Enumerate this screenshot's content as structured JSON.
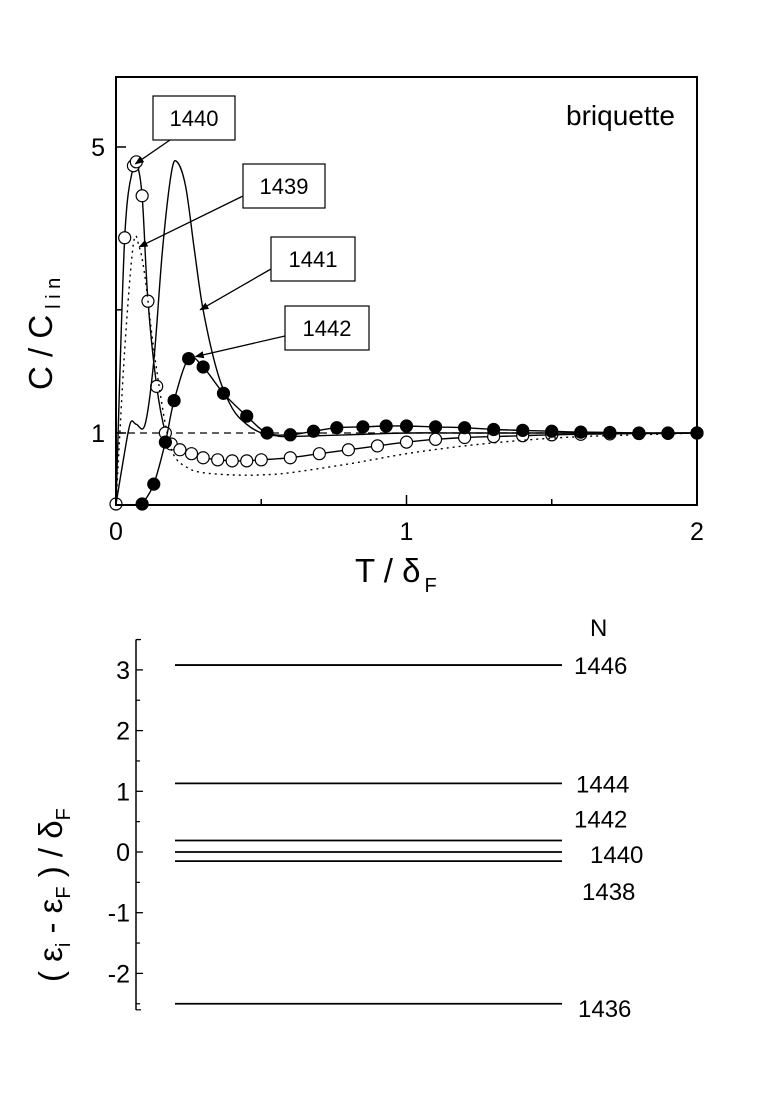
{
  "chart_data": [
    {
      "type": "line",
      "panel": "top",
      "title": "briquette",
      "xlabel": "T / δ_F",
      "ylabel": "C / C_lin",
      "xlim": [
        0,
        2
      ],
      "ylim": [
        0.67,
        7.0
      ],
      "yscale": "log",
      "x_ticks": [
        0,
        1,
        2
      ],
      "x_minor_ticks": [
        0.5,
        1.5
      ],
      "y_ticks": [
        1,
        5
      ],
      "y_minor_ticks": [
        2
      ],
      "reference_line": {
        "y": 1,
        "style": "dashed"
      },
      "series": [
        {
          "name": "1440",
          "style": "solid+open-circles",
          "x": [
            0.0,
            0.03,
            0.06,
            0.07,
            0.09,
            0.11,
            0.14,
            0.17,
            0.19,
            0.22,
            0.26,
            0.3,
            0.35,
            0.4,
            0.45,
            0.5,
            0.6,
            0.7,
            0.8,
            0.9,
            1.0,
            1.1,
            1.2,
            1.3,
            1.4,
            1.5,
            1.6,
            1.7,
            1.8,
            1.9,
            2.0
          ],
          "y": [
            0.67,
            3.0,
            4.5,
            4.6,
            3.8,
            2.1,
            1.3,
            1.0,
            0.94,
            0.91,
            0.89,
            0.87,
            0.86,
            0.855,
            0.855,
            0.86,
            0.87,
            0.89,
            0.91,
            0.93,
            0.95,
            0.965,
            0.975,
            0.98,
            0.985,
            0.99,
            0.993,
            0.995,
            0.997,
            0.998,
            1.0
          ]
        },
        {
          "name": "1439",
          "style": "dotted",
          "x": [
            0.0,
            0.03,
            0.06,
            0.08,
            0.1,
            0.13,
            0.17,
            0.2,
            0.25,
            0.3,
            0.4,
            0.5,
            0.6,
            0.8,
            1.0,
            1.2,
            1.4,
            1.6,
            1.8,
            2.0
          ],
          "y": [
            0.67,
            1.6,
            2.9,
            2.85,
            2.4,
            1.6,
            1.05,
            0.88,
            0.82,
            0.8,
            0.79,
            0.79,
            0.8,
            0.84,
            0.89,
            0.93,
            0.96,
            0.98,
            0.99,
            1.0
          ]
        },
        {
          "name": "1441",
          "style": "solid",
          "x": [
            0.0,
            0.03,
            0.05,
            0.07,
            0.1,
            0.13,
            0.16,
            0.19,
            0.21,
            0.24,
            0.27,
            0.3,
            0.35,
            0.4,
            0.45,
            0.5,
            0.55,
            0.6,
            0.8,
            1.0,
            1.2,
            1.5,
            2.0
          ],
          "y": [
            0.67,
            0.9,
            1.06,
            1.05,
            1.05,
            1.5,
            2.8,
            4.3,
            4.6,
            4.0,
            2.8,
            2.0,
            1.4,
            1.15,
            1.05,
            1.0,
            0.985,
            0.98,
            0.99,
            1.0,
            1.0,
            1.0,
            1.0
          ]
        },
        {
          "name": "1442",
          "style": "solid+filled-circles",
          "x": [
            0.09,
            0.13,
            0.17,
            0.2,
            0.25,
            0.3,
            0.37,
            0.45,
            0.52,
            0.6,
            0.68,
            0.76,
            0.85,
            0.93,
            1.0,
            1.1,
            1.2,
            1.3,
            1.4,
            1.5,
            1.6,
            1.7,
            1.8,
            1.9,
            2.0
          ],
          "y": [
            0.67,
            0.75,
            0.95,
            1.2,
            1.52,
            1.45,
            1.25,
            1.1,
            1.0,
            0.99,
            1.01,
            1.03,
            1.035,
            1.04,
            1.04,
            1.035,
            1.03,
            1.02,
            1.015,
            1.01,
            1.005,
            1.003,
            1.0,
            1.0,
            1.0
          ]
        }
      ],
      "annotations": [
        {
          "text": "1440",
          "target": [
            0.06,
            4.6
          ]
        },
        {
          "text": "1439",
          "target": [
            0.07,
            2.9
          ]
        },
        {
          "text": "1441",
          "target": [
            0.3,
            2.0
          ]
        },
        {
          "text": "1442",
          "target": [
            0.26,
            1.52
          ]
        }
      ]
    },
    {
      "type": "levels",
      "panel": "bottom",
      "ylabel": "(ε_i - ε_F) / δ_F",
      "ylim": [
        -2.6,
        3.5
      ],
      "y_ticks": [
        -2,
        -1,
        0,
        1,
        2,
        3
      ],
      "y_minor_ticks": [
        -2.5,
        -1.5,
        -0.5,
        0.5,
        1.5,
        2.5,
        3.5
      ],
      "column_header": "N",
      "levels": [
        {
          "N": "1446",
          "value": 3.08
        },
        {
          "N": "1444",
          "value": 1.13
        },
        {
          "N": "1442",
          "value": 0.19
        },
        {
          "N": "1440",
          "value": 0.0
        },
        {
          "N": "1438",
          "value": -0.15
        },
        {
          "N": "1436",
          "value": -2.5
        }
      ]
    }
  ],
  "top": {
    "title": "briquette",
    "xlabel_main": "T /  δ",
    "xlabel_sub": "F",
    "ylabel_main": "C / C",
    "ylabel_sub": "l i n",
    "xticks": [
      "0",
      "1",
      "2"
    ],
    "yticks": {
      "five": "5",
      "one": "1"
    }
  },
  "bottom": {
    "header": "N",
    "ylabel": {
      "open": "( ε",
      "i": "i",
      "mid": " -  ε",
      "f1": "F",
      "close": " ) / δ",
      "f2": "F"
    },
    "yticks": [
      "3",
      "2",
      "1",
      "0",
      "-1",
      "-2"
    ]
  }
}
